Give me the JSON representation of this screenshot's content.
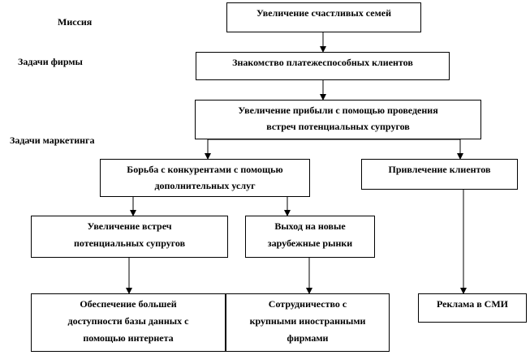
{
  "labels": {
    "mission": "Миссия",
    "firm_tasks": "Задачи фирмы",
    "marketing_tasks": "Задачи маркетинга"
  },
  "boxes": {
    "mission": "Увеличение счастливых семей",
    "acquaint": "Знакомство платежеспособных клиентов",
    "profit_l1": "Увеличение прибыли с помощью проведения",
    "profit_l2": "встреч потенциальных супругов",
    "compete_l1": "Борьба с конкурентами с помощью",
    "compete_l2": "дополнительных услуг",
    "attract": "Привлечение клиентов",
    "meetings_l1": "Увеличение встреч",
    "meetings_l2": "потенциальных супругов",
    "markets_l1": "Выход на новые",
    "markets_l2": "зарубежные рынки",
    "database_l1": "Обеспечение большей",
    "database_l2": "доступности базы данных с",
    "database_l3": "помощью интернета",
    "cooperation_l1": "Сотрудничество с",
    "cooperation_l2": "крупными иностранными",
    "cooperation_l3": "фирмами",
    "media": "Реклама в СМИ"
  }
}
